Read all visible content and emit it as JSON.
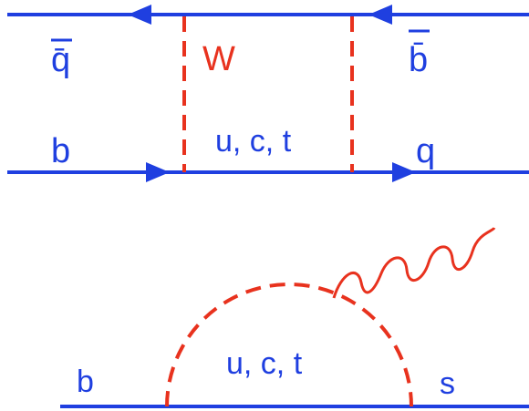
{
  "colors": {
    "fermion": "#1f3fe0",
    "boson": "#e8321e",
    "background": "#ffffff"
  },
  "box_diagram": {
    "top_left_label": "q̄",
    "top_right_label": "b̄",
    "bottom_left_label": "b",
    "bottom_right_label": "q",
    "boson_label": "W",
    "internal_label": "u, c, t"
  },
  "penguin_diagram": {
    "incoming_label": "b",
    "outgoing_label": "s",
    "internal_label": "u, c, t"
  }
}
